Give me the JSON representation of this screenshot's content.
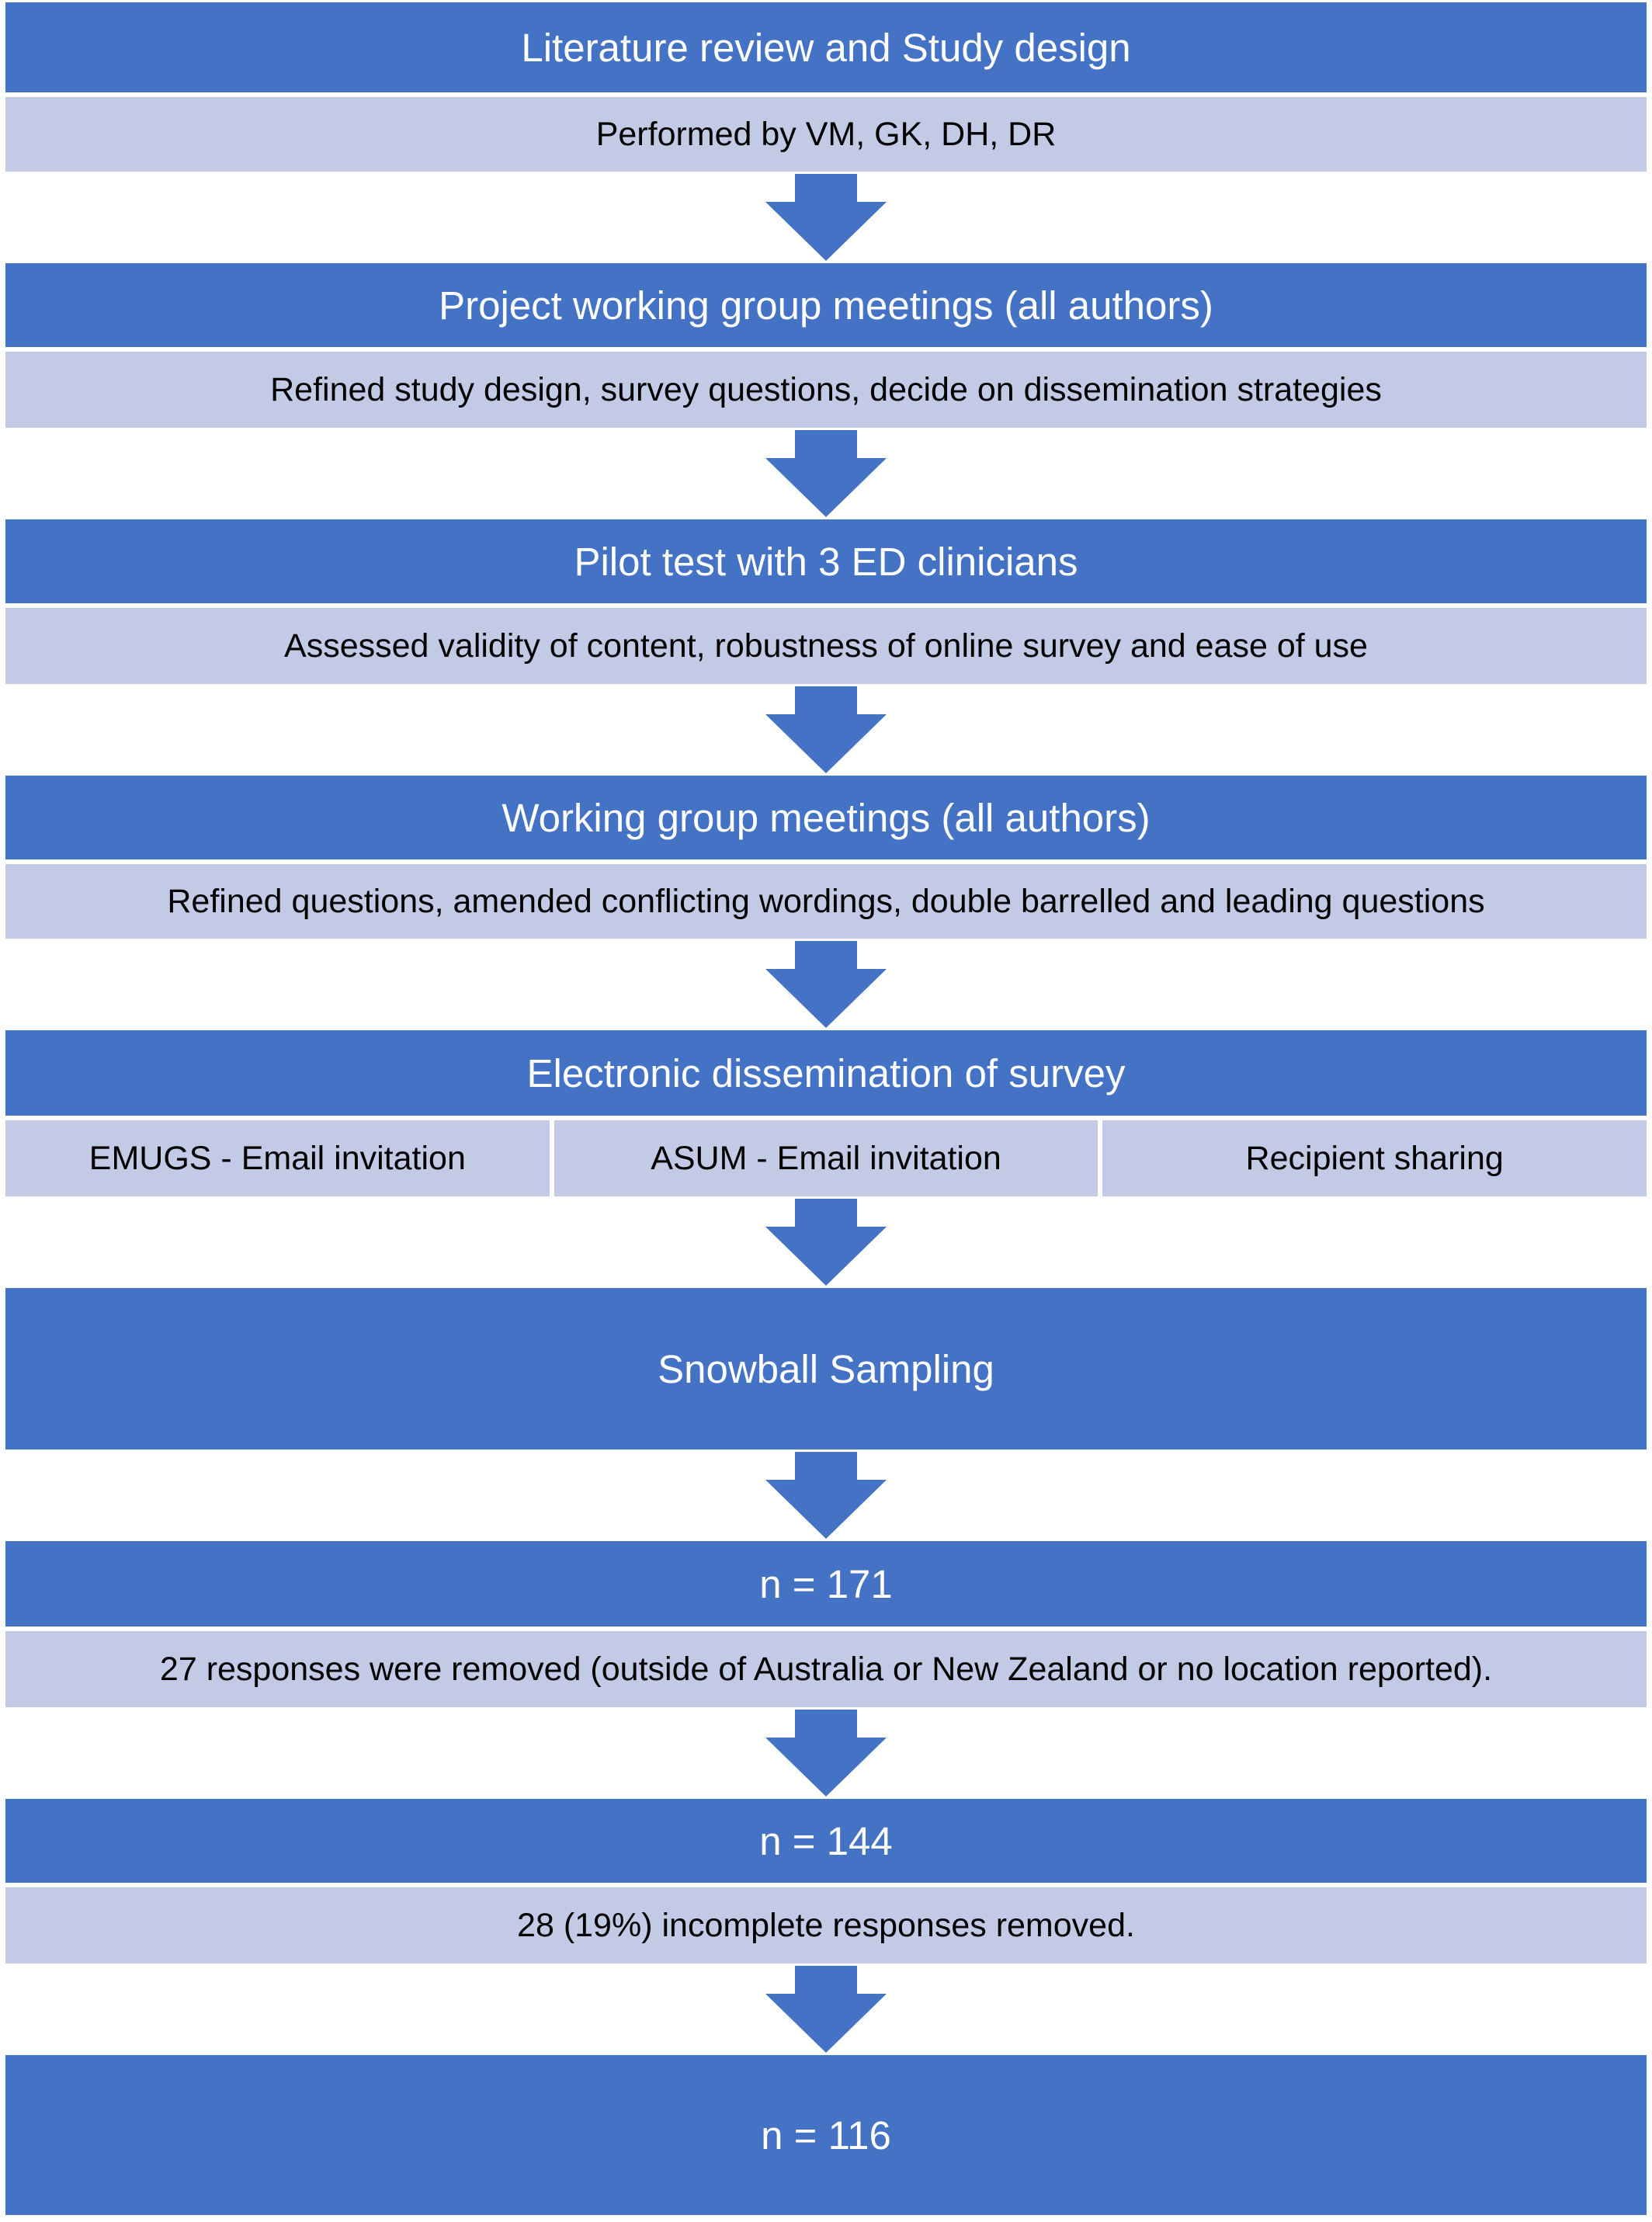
{
  "colors": {
    "header": "#4472c4",
    "sub": "#c2cae6",
    "arrow": "#4472c4"
  },
  "steps": [
    {
      "title": "Literature review and Study design",
      "detail": "Performed by VM, GK, DH, DR"
    },
    {
      "title": "Project working group meetings (all authors)",
      "detail": "Refined study design, survey questions, decide on dissemination strategies"
    },
    {
      "title": "Pilot test with 3 ED clinicians",
      "detail": "Assessed validity of content, robustness of online survey and ease of use"
    },
    {
      "title": "Working group meetings (all authors)",
      "detail": "Refined questions, amended conflicting wordings, double barrelled and leading questions"
    },
    {
      "title": "Electronic dissemination of survey",
      "channels": [
        "EMUGS - Email invitation",
        "ASUM - Email invitation",
        "Recipient sharing"
      ]
    },
    {
      "title": "Snowball Sampling"
    },
    {
      "title": "n = 171",
      "detail": "27 responses were removed (outside of Australia or New Zealand or no location reported)."
    },
    {
      "title": "n = 144",
      "detail": "28 (19%) incomplete responses removed."
    },
    {
      "title": "n = 116"
    }
  ]
}
